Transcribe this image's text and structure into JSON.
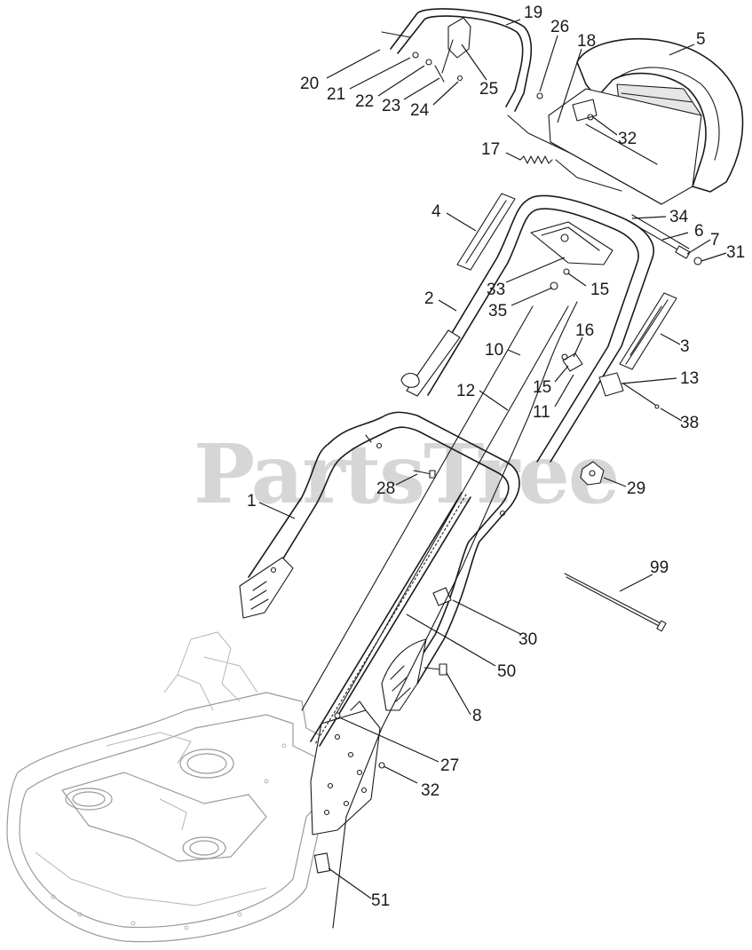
{
  "watermark": {
    "text": "PartsTree",
    "trademark": "™"
  },
  "callouts": [
    {
      "id": "c19",
      "label": "19"
    },
    {
      "id": "c26",
      "label": "26"
    },
    {
      "id": "c18",
      "label": "18"
    },
    {
      "id": "c5",
      "label": "5"
    },
    {
      "id": "c20",
      "label": "20"
    },
    {
      "id": "c21",
      "label": "21"
    },
    {
      "id": "c22",
      "label": "22"
    },
    {
      "id": "c23",
      "label": "23"
    },
    {
      "id": "c24",
      "label": "24"
    },
    {
      "id": "c25",
      "label": "25"
    },
    {
      "id": "c32a",
      "label": "32"
    },
    {
      "id": "c17",
      "label": "17"
    },
    {
      "id": "c4",
      "label": "4"
    },
    {
      "id": "c34",
      "label": "34"
    },
    {
      "id": "c6",
      "label": "6"
    },
    {
      "id": "c7",
      "label": "7"
    },
    {
      "id": "c31",
      "label": "31"
    },
    {
      "id": "c33",
      "label": "33"
    },
    {
      "id": "c15a",
      "label": "15"
    },
    {
      "id": "c2",
      "label": "2"
    },
    {
      "id": "c35",
      "label": "35"
    },
    {
      "id": "c16",
      "label": "16"
    },
    {
      "id": "c10",
      "label": "10"
    },
    {
      "id": "c3",
      "label": "3"
    },
    {
      "id": "c15b",
      "label": "15"
    },
    {
      "id": "c13",
      "label": "13"
    },
    {
      "id": "c12",
      "label": "12"
    },
    {
      "id": "c11",
      "label": "11"
    },
    {
      "id": "c38",
      "label": "38"
    },
    {
      "id": "c28",
      "label": "28"
    },
    {
      "id": "c29",
      "label": "29"
    },
    {
      "id": "c1",
      "label": "1"
    },
    {
      "id": "c99",
      "label": "99"
    },
    {
      "id": "c30",
      "label": "30"
    },
    {
      "id": "c50",
      "label": "50"
    },
    {
      "id": "c8",
      "label": "8"
    },
    {
      "id": "c27",
      "label": "27"
    },
    {
      "id": "c32b",
      "label": "32"
    },
    {
      "id": "c51",
      "label": "51"
    }
  ]
}
